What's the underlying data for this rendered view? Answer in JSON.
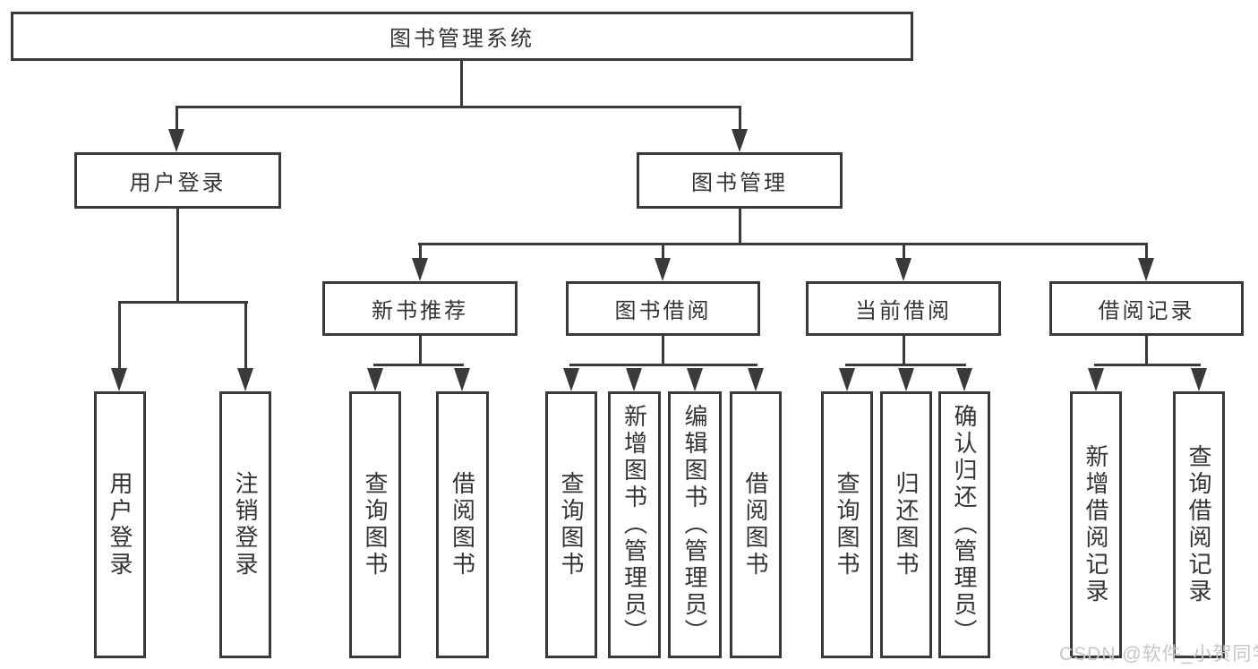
{
  "watermark": "CSDN @软件_小贺同学",
  "colors": {
    "line": "#3a3a3a",
    "text": "#343434",
    "watermark": "#c7c7c7"
  },
  "tree": {
    "label": "图书管理系统",
    "children": [
      {
        "label": "用户登录",
        "children": [
          {
            "label": "用户登录"
          },
          {
            "label": "注销登录"
          }
        ]
      },
      {
        "label": "图书管理",
        "children": [
          {
            "label": "新书推荐",
            "children": [
              {
                "label": "查询图书"
              },
              {
                "label": "借阅图书"
              }
            ]
          },
          {
            "label": "图书借阅",
            "children": [
              {
                "label": "查询图书"
              },
              {
                "label": "新增图书（管理员）"
              },
              {
                "label": "编辑图书（管理员）"
              },
              {
                "label": "借阅图书"
              }
            ]
          },
          {
            "label": "当前借阅",
            "children": [
              {
                "label": "查询图书"
              },
              {
                "label": "归还图书"
              },
              {
                "label": "确认归还（管理员）"
              }
            ]
          },
          {
            "label": "借阅记录",
            "children": [
              {
                "label": "新增借阅记录"
              },
              {
                "label": "查询借阅记录"
              }
            ]
          }
        ]
      }
    ]
  }
}
